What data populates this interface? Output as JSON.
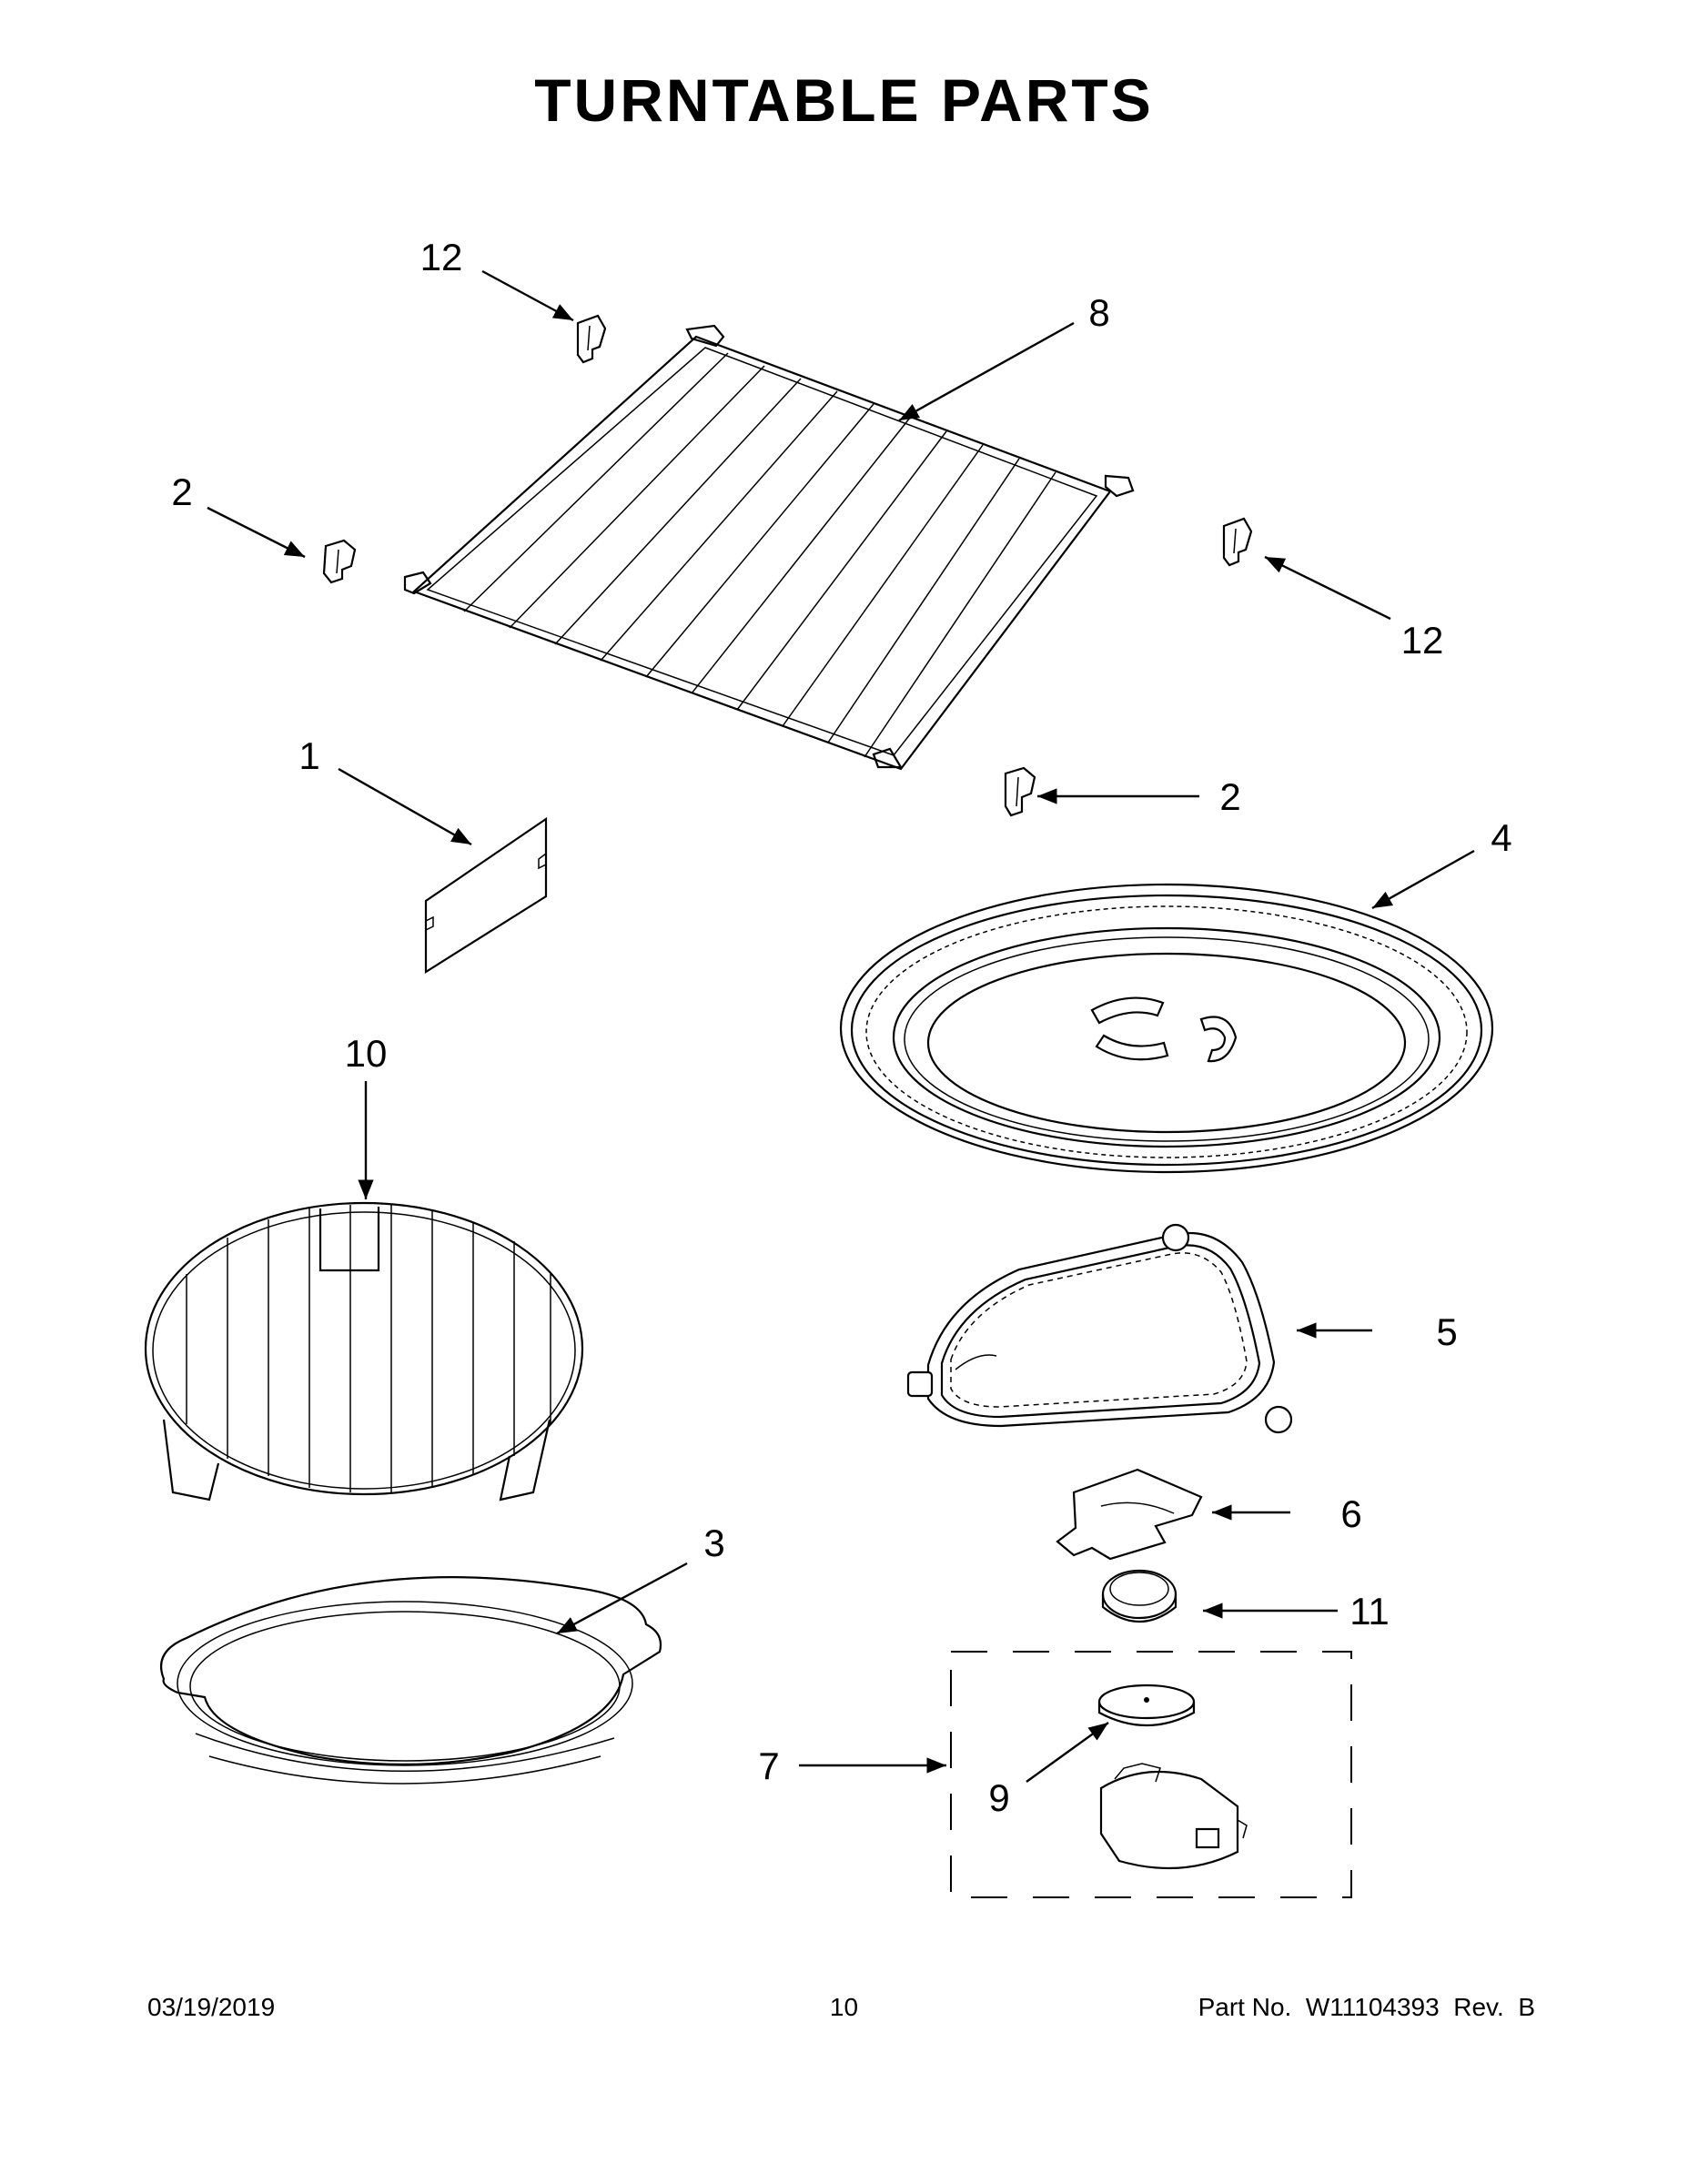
{
  "title": "TURNTABLE PARTS",
  "callouts": [
    {
      "id": "12",
      "label": "12"
    },
    {
      "id": "8",
      "label": "8"
    },
    {
      "id": "2",
      "label": "2"
    },
    {
      "id": "12b",
      "label": "12"
    },
    {
      "id": "1",
      "label": "1"
    },
    {
      "id": "2b",
      "label": "2"
    },
    {
      "id": "4",
      "label": "4"
    },
    {
      "id": "10",
      "label": "10"
    },
    {
      "id": "5",
      "label": "5"
    },
    {
      "id": "6",
      "label": "6"
    },
    {
      "id": "3",
      "label": "3"
    },
    {
      "id": "11",
      "label": "11"
    },
    {
      "id": "7",
      "label": "7"
    },
    {
      "id": "9",
      "label": "9"
    }
  ],
  "footer": {
    "date": "03/19/2019",
    "page": "10",
    "part": "Part No.  W11104393  Rev.  B"
  }
}
